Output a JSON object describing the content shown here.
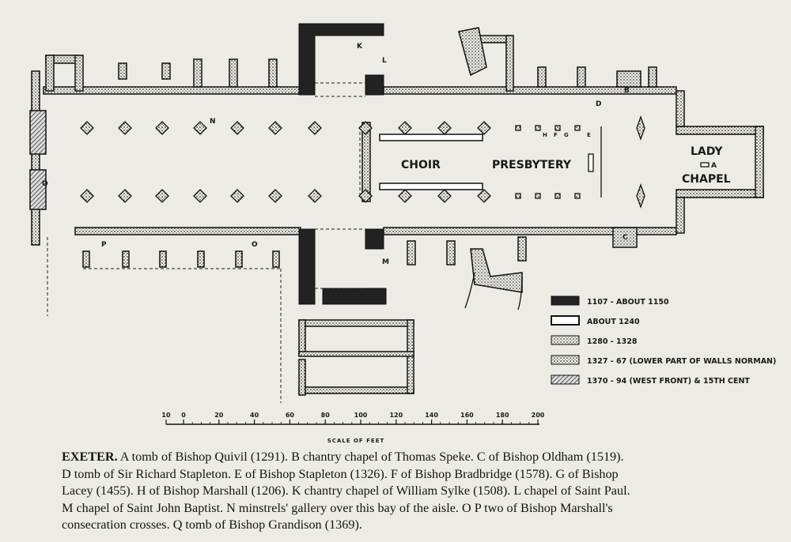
{
  "plan": {
    "rooms": {
      "choir": "CHOIR",
      "presbytery": "PRESBYTERY",
      "lady_1": "LADY",
      "lady_a": "A",
      "lady_2": "CHAPEL"
    },
    "letters": {
      "N": "N",
      "P": "P",
      "O": "O",
      "Q": "Q",
      "K": "K",
      "L": "L",
      "M": "M",
      "B": "B",
      "C": "C",
      "D": "D",
      "F": "F",
      "G": "G",
      "H": "H",
      "E": "E"
    }
  },
  "legend": [
    {
      "swatch": "solid-dark",
      "label": "1107 - ABOUT 1150"
    },
    {
      "swatch": "outline",
      "label": "ABOUT 1240"
    },
    {
      "swatch": "dotted",
      "label": "1280 - 1328"
    },
    {
      "swatch": "dotted-outline",
      "label": "1327 - 67 (LOWER PART OF WALLS NORMAN)"
    },
    {
      "swatch": "hatched",
      "label": "1370 - 94 (WEST FRONT) & 15TH CENT"
    }
  ],
  "scale": {
    "title": "SCALE OF FEET",
    "ticks": [
      "10",
      "0",
      "20",
      "40",
      "60",
      "80",
      "100",
      "120",
      "140",
      "160",
      "180",
      "200"
    ]
  },
  "caption": {
    "lines": [
      {
        "lead": "EXETER.",
        "text": " A tomb of Bishop Quivil (1291).   B chantry chapel of Thomas Speke.   C of Bishop Oldham (1519)."
      },
      {
        "lead": "",
        "text": "D tomb of Sir Richard Stapleton.   E of Bishop Stapleton (1326).   F of Bishop Bradbridge (1578).   G of Bishop"
      },
      {
        "lead": "",
        "text": "Lacey (1455).   H of Bishop Marshall (1206).   K chantry chapel of William Sylke (1508).   L chapel of Saint Paul."
      },
      {
        "lead": "",
        "text": "M chapel of Saint John Baptist.   N minstrels' gallery over this bay of the aisle.   O P two of Bishop Marshall's"
      },
      {
        "lead": "",
        "text": "consecration crosses.   Q tomb of Bishop Grandison (1369)."
      }
    ]
  }
}
